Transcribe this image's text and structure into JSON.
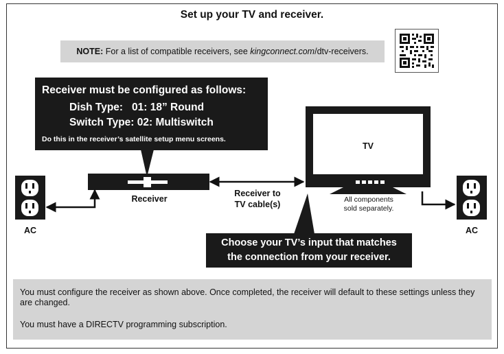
{
  "title": "Set up your TV and receiver.",
  "note": {
    "label": "NOTE:",
    "text_before": " For a list of compatible receivers, see ",
    "link_italic": "kingconnect.com",
    "link_rest": "/dtv-receivers."
  },
  "qr_icon": "qr-code-icon",
  "receiver_callout": {
    "heading": "Receiver must be configured as follows:",
    "line1": "Dish Type:   01: 18” Round",
    "line2": "Switch Type: 02: Multiswitch",
    "subtext": "Do this in the receiver’s satellite setup menu screens."
  },
  "labels": {
    "receiver": "Receiver",
    "cable_line1": "Receiver to",
    "cable_line2": "TV cable(s)",
    "tv": "TV",
    "components_line1": "All components",
    "components_line2": "sold separately.",
    "ac_left": "AC",
    "ac_right": "AC"
  },
  "tv_callout": {
    "line1": "Choose your TV’s input that matches",
    "line2": "the connection from your receiver."
  },
  "footer": {
    "p1": "You must configure the receiver as shown above.  Once completed, the receiver will default to these settings unless they are changed.",
    "p2": "You must have a DIRECTV programming subscription."
  }
}
